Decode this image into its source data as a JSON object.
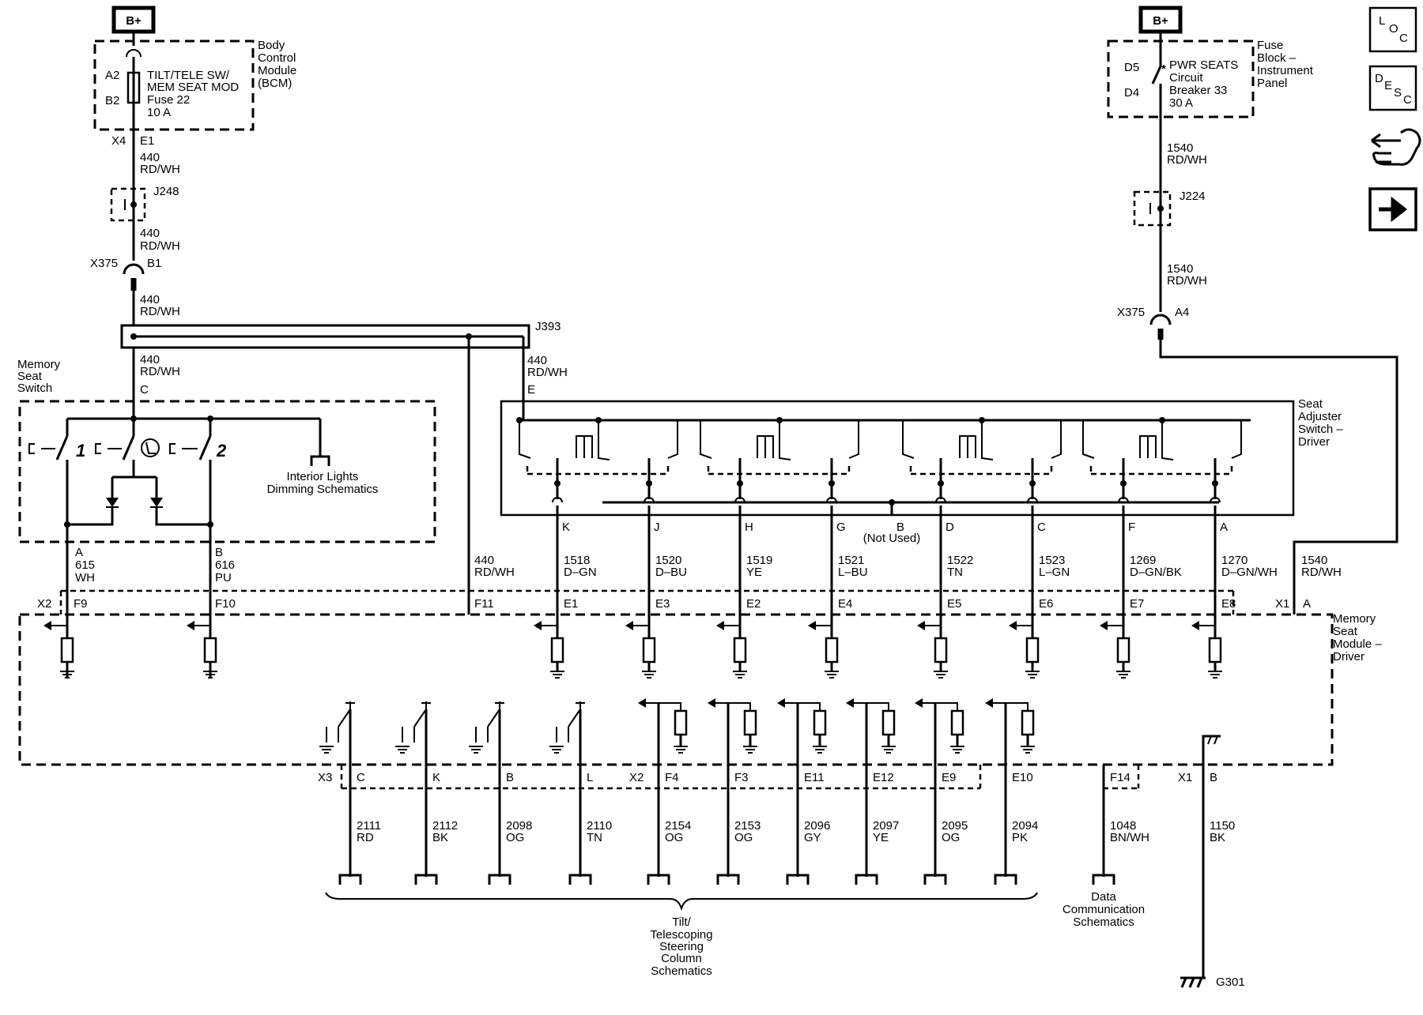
{
  "power": {
    "left_label": "B+",
    "right_label": "B+"
  },
  "bcm": {
    "title_lines": [
      "Body",
      "Control",
      "Module",
      "(BCM)"
    ],
    "pin_a2": "A2",
    "pin_b2": "B2",
    "fuse_lines": [
      "TILT/TELE SW/",
      "MEM SEAT MOD",
      "Fuse 22",
      "10 A"
    ]
  },
  "left_circuit": {
    "x4": "X4",
    "e1": "E1",
    "w1": [
      "440",
      "RD/WH"
    ],
    "j248": "J248",
    "w2": [
      "440",
      "RD/WH"
    ],
    "x375": "X375",
    "b1": "B1",
    "w3": [
      "440",
      "RD/WH"
    ],
    "j393": "J393",
    "w4": [
      "440",
      "RD/WH"
    ],
    "w5": [
      "440",
      "RD/WH"
    ],
    "w6": [
      "440",
      "RD/WH"
    ]
  },
  "fuse_block": {
    "title_lines": [
      "Fuse",
      "Block –",
      "Instrument",
      "Panel"
    ],
    "pin_d5": "D5",
    "pin_d4": "D4",
    "breaker_lines": [
      "PWR SEATS",
      "Circuit",
      "Breaker 33",
      "30 A"
    ]
  },
  "right_circuit": {
    "w1": [
      "1540",
      "RD/WH"
    ],
    "j224": "J224",
    "w2": [
      "1540",
      "RD/WH"
    ],
    "x375": "X375",
    "a4": "A4",
    "w3": [
      "1540",
      "RD/WH"
    ]
  },
  "memory_seat_switch": {
    "title_lines": [
      "Memory",
      "Seat",
      "Switch"
    ],
    "pin_c": "C",
    "btn1": "1",
    "btn2": "2",
    "lights_lines": [
      "Interior Lights",
      "Dimming Schematics"
    ],
    "pin_a": "A",
    "pin_b": "B",
    "wa": [
      "615",
      "WH"
    ],
    "wb": [
      "616",
      "PU"
    ]
  },
  "seat_adjuster": {
    "title_lines": [
      "Seat",
      "Adjuster",
      "Switch –",
      "Driver"
    ],
    "pin_e": "E",
    "not_used": "(Not Used)",
    "pins": [
      {
        "pin": "K",
        "wire": "1518",
        "color": "D–GN",
        "module_pin": "E1"
      },
      {
        "pin": "J",
        "wire": "1520",
        "color": "D–BU",
        "module_pin": "E3"
      },
      {
        "pin": "H",
        "wire": "1519",
        "color": "YE",
        "module_pin": "E2"
      },
      {
        "pin": "G",
        "wire": "1521",
        "color": "L–BU",
        "module_pin": "E4"
      },
      {
        "pin": "B",
        "wire": "",
        "color": "",
        "module_pin": ""
      },
      {
        "pin": "D",
        "wire": "1522",
        "color": "TN",
        "module_pin": "E5"
      },
      {
        "pin": "C",
        "wire": "1523",
        "color": "L–GN",
        "module_pin": "E6"
      },
      {
        "pin": "F",
        "wire": "1269",
        "color": "D–GN/BK",
        "module_pin": "E7"
      },
      {
        "pin": "A",
        "wire": "1270",
        "color": "D–GN/WH",
        "module_pin": "E8"
      }
    ]
  },
  "memory_seat_module": {
    "title_lines": [
      "Memory",
      "Seat",
      "Module –",
      "Driver"
    ],
    "x2": "X2",
    "f9": "F9",
    "f10": "F10",
    "f11": "F11",
    "x1": "X1",
    "a": "A",
    "x3": "X3",
    "x2b": "X2",
    "x1b": "X1",
    "b": "B"
  },
  "bottom_row": [
    {
      "pin": "C",
      "wire": "2111",
      "color": "RD"
    },
    {
      "pin": "K",
      "wire": "2112",
      "color": "BK"
    },
    {
      "pin": "B",
      "wire": "2098",
      "color": "OG"
    },
    {
      "pin": "L",
      "wire": "2110",
      "color": "TN"
    },
    {
      "pin": "F4",
      "wire": "2154",
      "color": "OG"
    },
    {
      "pin": "F3",
      "wire": "2153",
      "color": "OG"
    },
    {
      "pin": "E11",
      "wire": "2096",
      "color": "GY"
    },
    {
      "pin": "E12",
      "wire": "2097",
      "color": "YE"
    },
    {
      "pin": "E9",
      "wire": "2095",
      "color": "OG"
    },
    {
      "pin": "E10",
      "wire": "2094",
      "color": "PK"
    },
    {
      "pin": "F14",
      "wire": "1048",
      "color": "BN/WH"
    },
    {
      "pin": "B",
      "wire": "1150",
      "color": "BK"
    }
  ],
  "references": {
    "tilt_lines": [
      "Tilt/",
      "Telescoping",
      "Steering",
      "Column",
      "Schematics"
    ],
    "data_lines": [
      "Data",
      "Communication",
      "Schematics"
    ],
    "ground": "G301"
  },
  "nav": {
    "loc_letters": [
      "L",
      "O",
      "C"
    ],
    "desc_letters": [
      "D",
      "E",
      "S",
      "C"
    ]
  }
}
